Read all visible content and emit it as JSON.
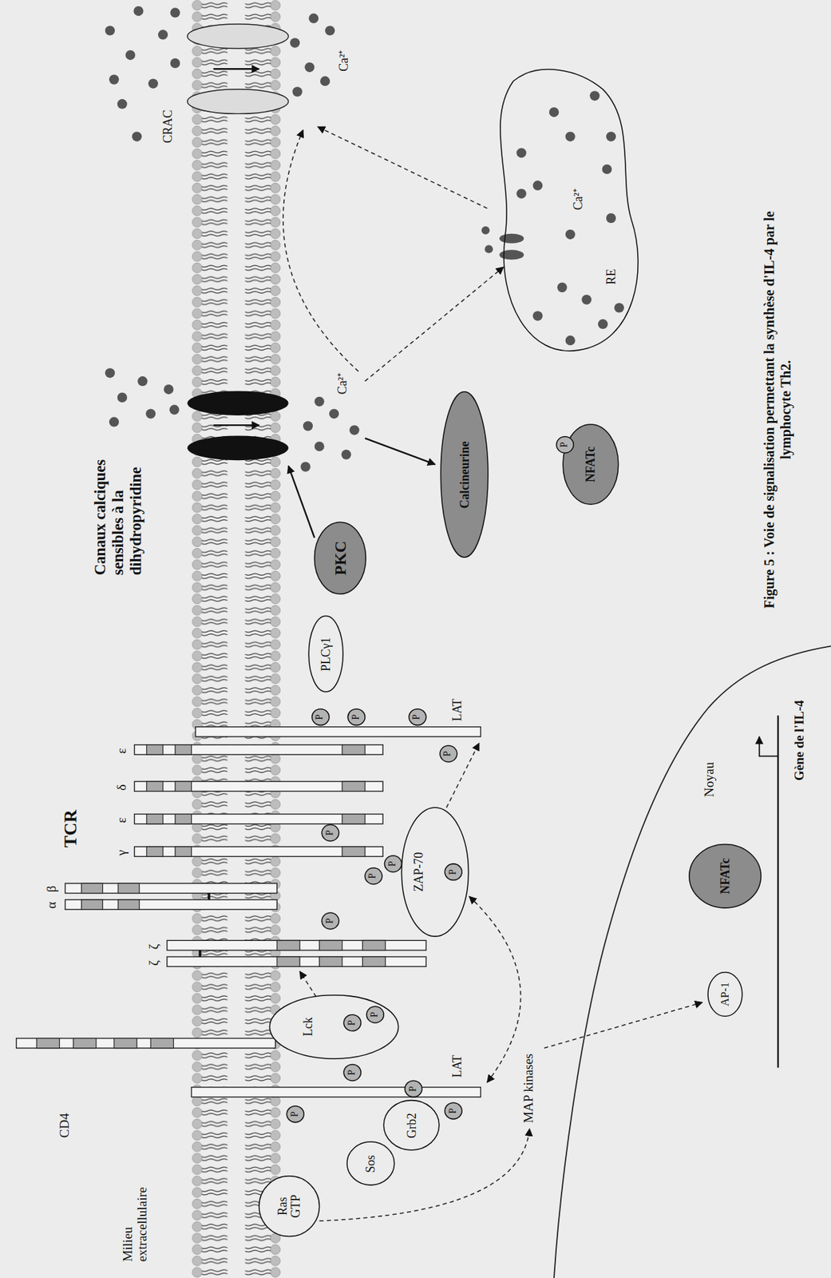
{
  "diagram": {
    "caption": "Figure 5 : Voie de signalisation permettant la synthèse d'IL-4 par le lymphocyte Th2.",
    "nodes": [
      {
        "text": [
          "Ras GTP"
        ]
      },
      {
        "text": [
          "Sos"
        ]
      },
      {
        "text": [
          "Grb2"
        ]
      },
      {
        "text": [
          "P"
        ]
      },
      {
        "text": [
          "P"
        ]
      },
      {
        "text": [
          "P"
        ]
      },
      {
        "text": [
          "P"
        ]
      },
      {
        "text": [
          "Lck"
        ]
      },
      {
        "text": [
          "P"
        ],
        "in": 7
      },
      {
        "text": [
          "P"
        ],
        "in": 7
      },
      {
        "text": [
          "P"
        ]
      },
      {
        "text": [
          "P"
        ]
      },
      {
        "text": [
          "P"
        ]
      },
      {
        "text": [
          "ZAP-70"
        ]
      },
      {
        "text": [
          "P"
        ],
        "in": 13
      },
      {
        "text": [
          "P"
        ]
      },
      {
        "text": [
          "P"
        ]
      },
      {
        "text": [
          "P"
        ]
      },
      {
        "text": [
          "P"
        ]
      },
      {
        "text": [
          "P"
        ]
      },
      {
        "text": [
          "PLCγ1"
        ]
      },
      {
        "text": [
          "PKC"
        ]
      },
      {
        "text": [
          "Calcineurine"
        ]
      },
      {
        "text": [
          "NFATc"
        ]
      },
      {
        "text": [
          "P"
        ],
        "in": 23
      },
      {
        "text": [
          "AP-1"
        ]
      },
      {
        "text": [
          "NFATc"
        ]
      },
      {
        "text": [
          "Ca²⁺",
          "RE"
        ]
      }
    ],
    "edges": [
      {
        "from": 1,
        "to": 0,
        "arrow": "to"
      },
      {
        "from": 7,
        "to": 13,
        "arrow": "to"
      },
      {
        "from": 20,
        "to": 21,
        "arrow": "to"
      },
      {
        "from": 22,
        "to": 23,
        "arrow": "to"
      },
      {
        "from": 23,
        "to": 26,
        "arrow": "to"
      }
    ],
    "labels": [
      "Milieu extracellulaire",
      "CD4",
      "α",
      "β",
      "TCR",
      "ζ",
      "ζ",
      "γ",
      "ε",
      "δ",
      "ε",
      "LAT",
      "LAT",
      "MAP kinases",
      "Noyau",
      "Gène de l'IL-4",
      "Canaux calciques sensibles à la dihydropyridine",
      "Ca²⁺",
      "CRAC",
      "Ca²⁺"
    ]
  }
}
